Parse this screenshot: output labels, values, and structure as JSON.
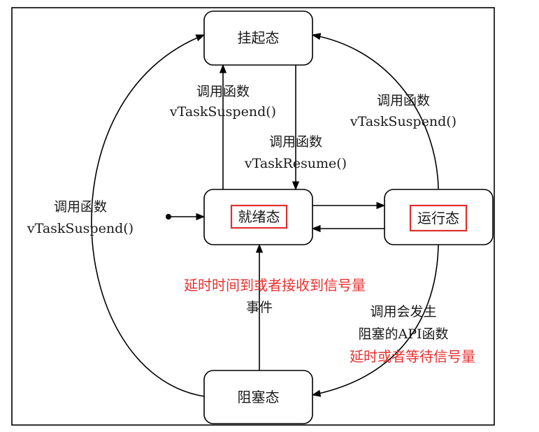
{
  "states": {
    "suspended": "挂起态",
    "ready": "就绪态",
    "running": "运行态",
    "blocked": "阻塞态"
  },
  "edges": {
    "ready_to_suspended": [
      "调用函数",
      "vTaskSuspend()"
    ],
    "suspended_to_ready": [
      "调用函数",
      "vTaskResume()"
    ],
    "running_to_suspended": [
      "调用函数",
      "vTaskSuspend()"
    ],
    "blocked_to_suspended": [
      "调用函数",
      "vTaskSuspend()"
    ],
    "blocked_to_ready": {
      "line1": "延时时间到或者接收到信号量",
      "line2": "事件"
    },
    "running_to_blocked": {
      "line1": "调用会发生",
      "line2": "阻塞的API函数",
      "line3": "延时或者等待信号量"
    }
  },
  "colors": {
    "highlight": "#e0302e",
    "highlight_text": "#e8312f",
    "stroke": "#000000"
  }
}
